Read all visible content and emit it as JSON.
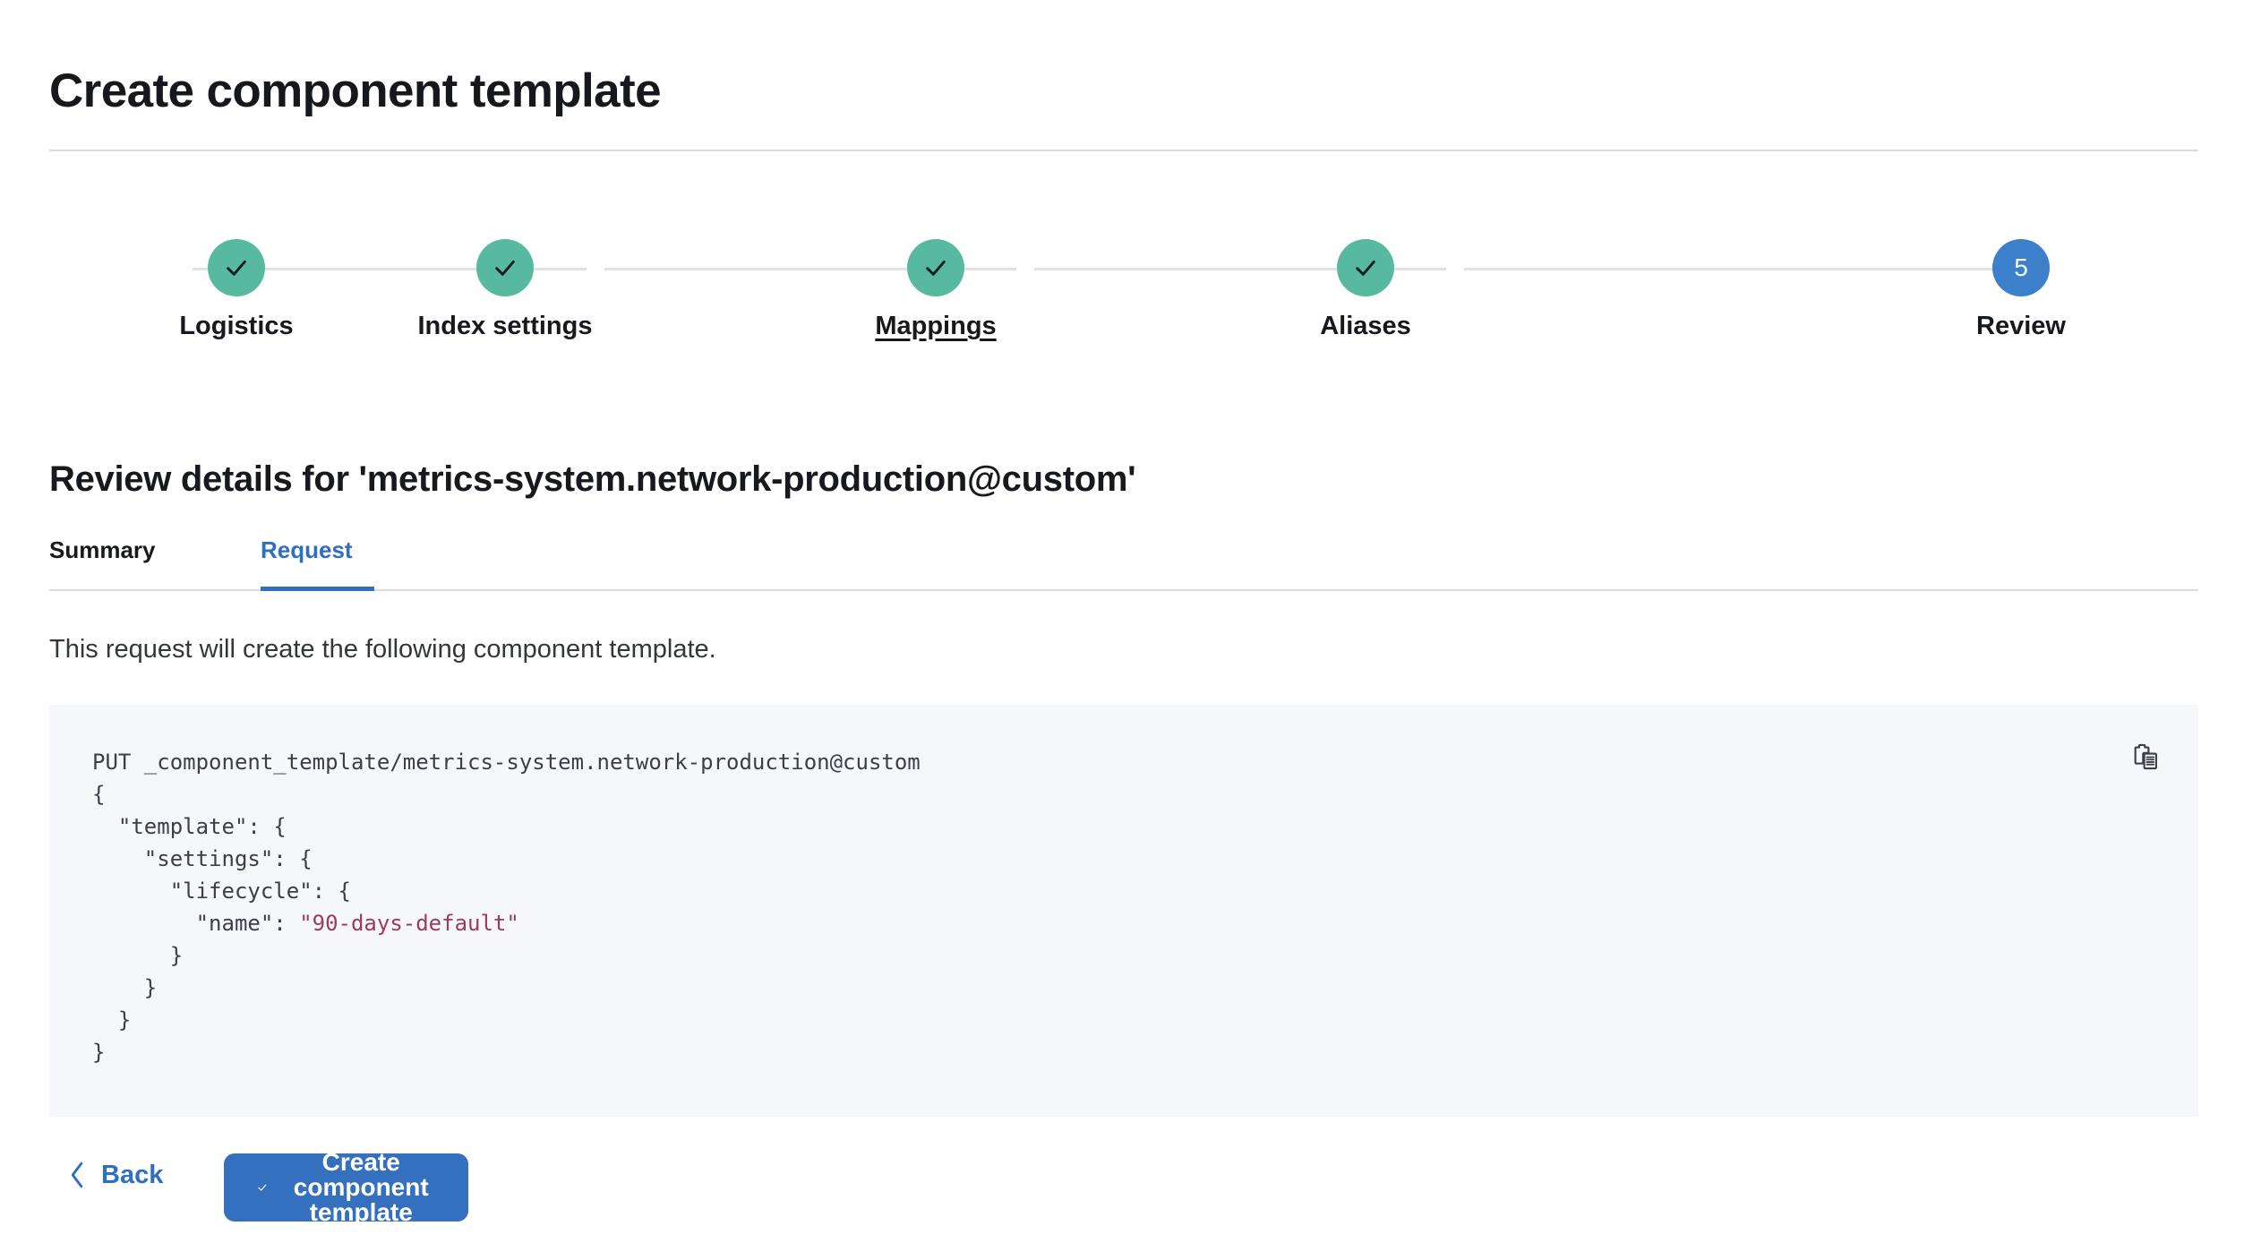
{
  "header": {
    "title": "Create component template"
  },
  "stepper": {
    "steps": [
      {
        "label": "Logistics",
        "state": "done",
        "icon": "check-icon",
        "number": "1"
      },
      {
        "label": "Index settings",
        "state": "done",
        "icon": "check-icon",
        "number": "2"
      },
      {
        "label": "Mappings",
        "state": "done",
        "icon": "check-icon",
        "number": "3",
        "underlined": true
      },
      {
        "label": "Aliases",
        "state": "done",
        "icon": "check-icon",
        "number": "4"
      },
      {
        "label": "Review",
        "state": "current",
        "icon": "number",
        "number": "5"
      }
    ]
  },
  "review": {
    "heading": "Review details for 'metrics-system.network-production@custom'",
    "tabs": [
      {
        "id": "summary",
        "label": "Summary",
        "active": false
      },
      {
        "id": "request",
        "label": "Request",
        "active": true
      }
    ],
    "description": "This request will create the following component template.",
    "code": {
      "method_line": "PUT _component_template/metrics-system.network-production@custom",
      "lines": [
        "{",
        "  \"template\": {",
        "    \"settings\": {",
        "      \"lifecycle\": {",
        "        \"name\": ",
        "      }",
        "    }",
        "  }",
        "}"
      ],
      "lifecycle_name_value": "\"90-days-default\"",
      "copy_icon": "copy-clipboard-icon"
    }
  },
  "footer": {
    "back_label": "Back",
    "back_icon": "chevron-left-icon",
    "submit_label": "Create component template",
    "submit_icon": "check-icon"
  },
  "colors": {
    "step_done": "#56b9a0",
    "step_current": "#3c7fcb",
    "accent_blue": "#2f6fbf",
    "primary_button": "#3570bf",
    "code_background": "#f5f7fb",
    "code_string": "#9c3b60",
    "divider": "#d8dbe6"
  }
}
